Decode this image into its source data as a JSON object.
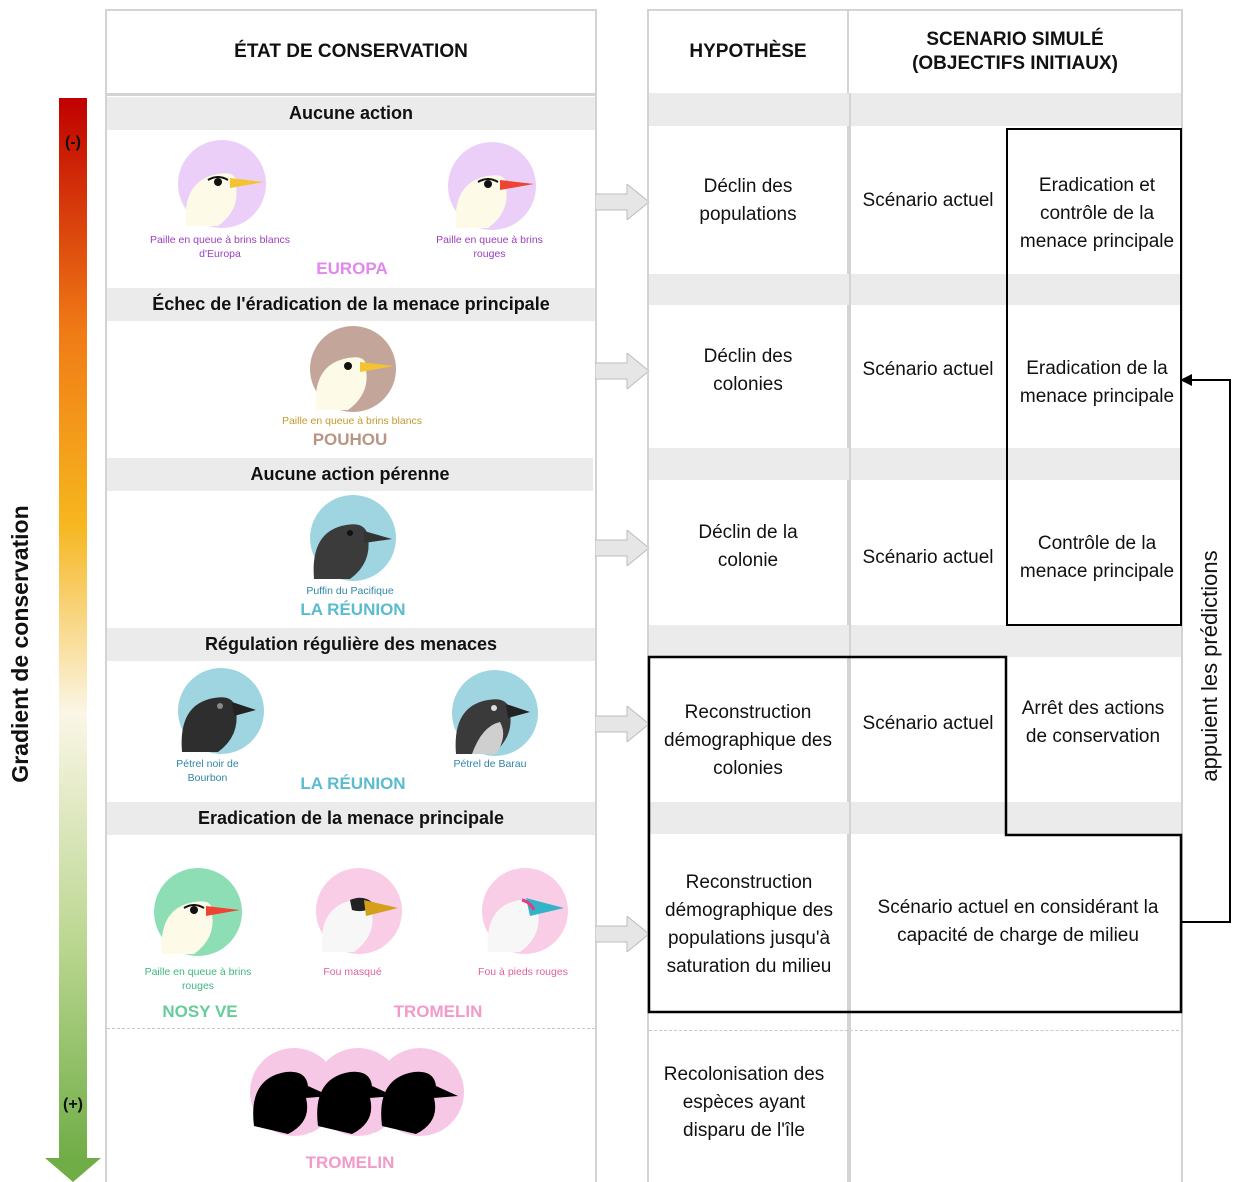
{
  "headers": {
    "state": "ÉTAT DE CONSERVATION",
    "hypothesis": "HYPOTHÈSE",
    "scenario_line1": "SCENARIO SIMULÉ",
    "scenario_line2": "(OBJECTIFS INITIAUX)"
  },
  "gradient": {
    "label": "Gradient de conservation",
    "top": "(-)",
    "bottom": "(+)",
    "colors": [
      "#c00000",
      "#f6b61e",
      "#fbf6e6",
      "#70ad47"
    ]
  },
  "sections": [
    {
      "title": "Aucune action",
      "site": "EUROPA",
      "site_color": "#e188ee",
      "birds": [
        {
          "caption": "Paille en queue à brins blancs d'Europa",
          "circle": "#ebcff8",
          "beak": "#f4c430"
        },
        {
          "caption": "Paille en queue à brins rouges",
          "circle": "#ebcff8",
          "beak": "#ee4433"
        }
      ],
      "hypothesis": "Déclin des populations",
      "scenario": "Scénario actuel",
      "objective": "Eradication et contrôle de la menace principale"
    },
    {
      "title": "Échec de l'éradication de la menace principale",
      "site": "POUHOU",
      "site_color": "#b99584",
      "birds": [
        {
          "caption": "Paille en queue à brins blancs",
          "circle": "#c3a699",
          "beak": "#f4c430"
        }
      ],
      "hypothesis": "Déclin des colonies",
      "scenario": "Scénario actuel",
      "objective": "Eradication de la menace principale"
    },
    {
      "title": "Aucune action pérenne",
      "site": "LA RÉUNION",
      "site_color": "#5bbbd0",
      "birds": [
        {
          "caption": "Puffin du Pacifique",
          "circle": "#9fd5e0",
          "beak": "#333333"
        }
      ],
      "hypothesis": "Déclin de la colonie",
      "scenario": "Scénario actuel",
      "objective": "Contrôle de la menace principale"
    },
    {
      "title": "Régulation régulière des menaces",
      "site": "LA RÉUNION",
      "site_color": "#5bbbd0",
      "birds": [
        {
          "caption": "Pétrel noir de Bourbon",
          "circle": "#9fd5e0",
          "beak": "#222222"
        },
        {
          "caption": "Pétrel de Barau",
          "circle": "#9fd5e0",
          "beak": "#222222"
        }
      ],
      "hypothesis": "Reconstruction démographique des colonies",
      "scenario": "Scénario actuel",
      "objective": "Arrêt des actions de conservation"
    },
    {
      "title": "Eradication de la menace principale",
      "site": "NOSY VE",
      "site_color": "#66cc99",
      "site2": "TROMELIN",
      "site2_color": "#f29ac9",
      "birds": [
        {
          "caption": "Paille en queue à brins rouges",
          "circle": "#8ddeb5",
          "beak": "#ee4433"
        },
        {
          "caption": "Fou masqué",
          "circle": "#f9cde6",
          "beak": "#d4a019"
        },
        {
          "caption": "Fou à pieds rouges",
          "circle": "#f9cde6",
          "beak": "#31b4c8"
        }
      ],
      "hypothesis": "Reconstruction démographique des populations jusqu'à saturation du milieu",
      "scenario": "Scénario actuel en considérant la capacité de charge de milieu"
    },
    {
      "site": "TROMELIN",
      "site_color": "#f29ac9",
      "hypothesis": "Recolonisation des espèces ayant disparu de l'île"
    }
  ],
  "side_label": "appuient les prédictions"
}
